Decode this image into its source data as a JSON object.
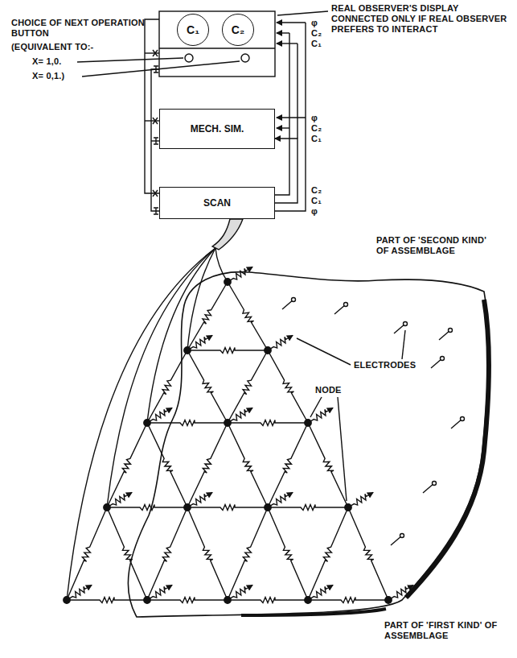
{
  "diagram": {
    "nodes": [
      {
        "text": [
          "C₁"
        ]
      },
      {
        "text": [
          "C₂"
        ]
      },
      {
        "text": [
          "MECH. SIM."
        ]
      },
      {
        "text": [
          "SCAN"
        ]
      }
    ],
    "edges": [
      {
        "from": 3,
        "to": 2,
        "arrow": "to"
      }
    ],
    "labels": [
      "CHOICE OF NEXT OPERATION BUTTON",
      "(EQUIVALENT TO:-",
      "X= 1,0.",
      "X= 0,1.)",
      "REAL OBSERVER'S DISPLAY CONNECTED ONLY IF REAL OBSERVER PREFERS TO INTERACT",
      "φ",
      "C₂",
      "C₁",
      "φ",
      "C₂",
      "C₁",
      "C₂",
      "C₁",
      "φ",
      "PART OF 'SECOND KIND' OF ASSEMBLAGE",
      "ELECTRODES",
      "NODE",
      "PART OF 'FIRST KIND' OF ASSEMBLAGE"
    ]
  }
}
